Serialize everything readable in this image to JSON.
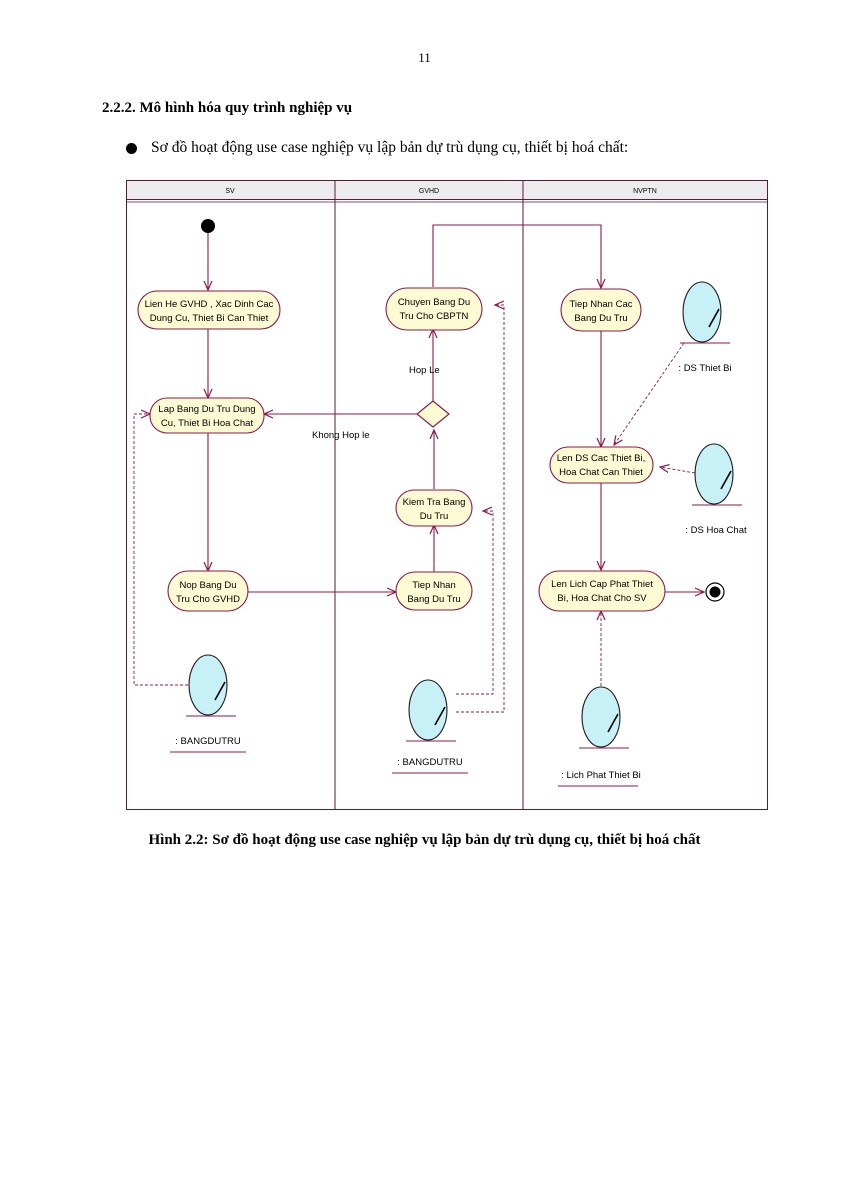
{
  "page_number": "11",
  "section_heading": "2.2.2. Mô hình hóa quy trình nghiệp vụ",
  "bullet_text": "Sơ đồ hoạt động use case nghiệp vụ lập bản dự trù dụng cụ, thiết bị hoá chất:",
  "caption": "Hình 2.2: Sơ đồ hoạt động use case nghiệp vụ lập bản dự trù dụng cụ, thiết bị hoá chất",
  "diagram": {
    "swimlanes": [
      "SV",
      "GVHD",
      "NVPTN"
    ],
    "activities": {
      "lien_he": [
        "Lien He GVHD , Xac Dinh Cac",
        "Dung Cu, Thiet Bi Can Thiet"
      ],
      "lap_bang": [
        "Lap Bang Du Tru Dung",
        "Cu, Thiet Bi Hoa Chat"
      ],
      "nop_bang": [
        "Nop Bang Du",
        "Tru Cho GVHD"
      ],
      "chuyen_bang": [
        "Chuyen Bang Du",
        "Tru Cho CBPTN"
      ],
      "kiem_tra": [
        "Kiem Tra Bang",
        "Du Tru"
      ],
      "tiep_nhan_bang": [
        "Tiep Nhan",
        "Bang Du Tru"
      ],
      "tiep_nhan_cac": [
        "Tiep Nhan Cac",
        "Bang Du Tru"
      ],
      "len_ds": [
        "Len DS Cac Thiet Bi,",
        "Hoa Chat Can Thiet"
      ],
      "len_lich": [
        "Len Lich Cap Phat Thiet",
        "Bi, Hoa Chat Cho SV"
      ]
    },
    "guards": {
      "hop_le": "Hop Le",
      "khong_hop_le": "Khong Hop le"
    },
    "objects": {
      "sv_bangdutru": ": BANGDUTRU",
      "gvhd_bangdutru": ": BANGDUTRU",
      "ds_thiet_bi": ": DS Thiet Bi",
      "ds_hoa_chat": ": DS Hoa Chat",
      "lich_phat": ": Lich Phat Thiet Bi"
    },
    "colors": {
      "activity_fill": "#fdfbd4",
      "activity_stroke": "#8b1a4a",
      "flow_line": "#8b1a4a",
      "object_fill": "#c7f1f7",
      "lane_border": "#5a1a3a",
      "header_fill": "#ececec"
    }
  }
}
